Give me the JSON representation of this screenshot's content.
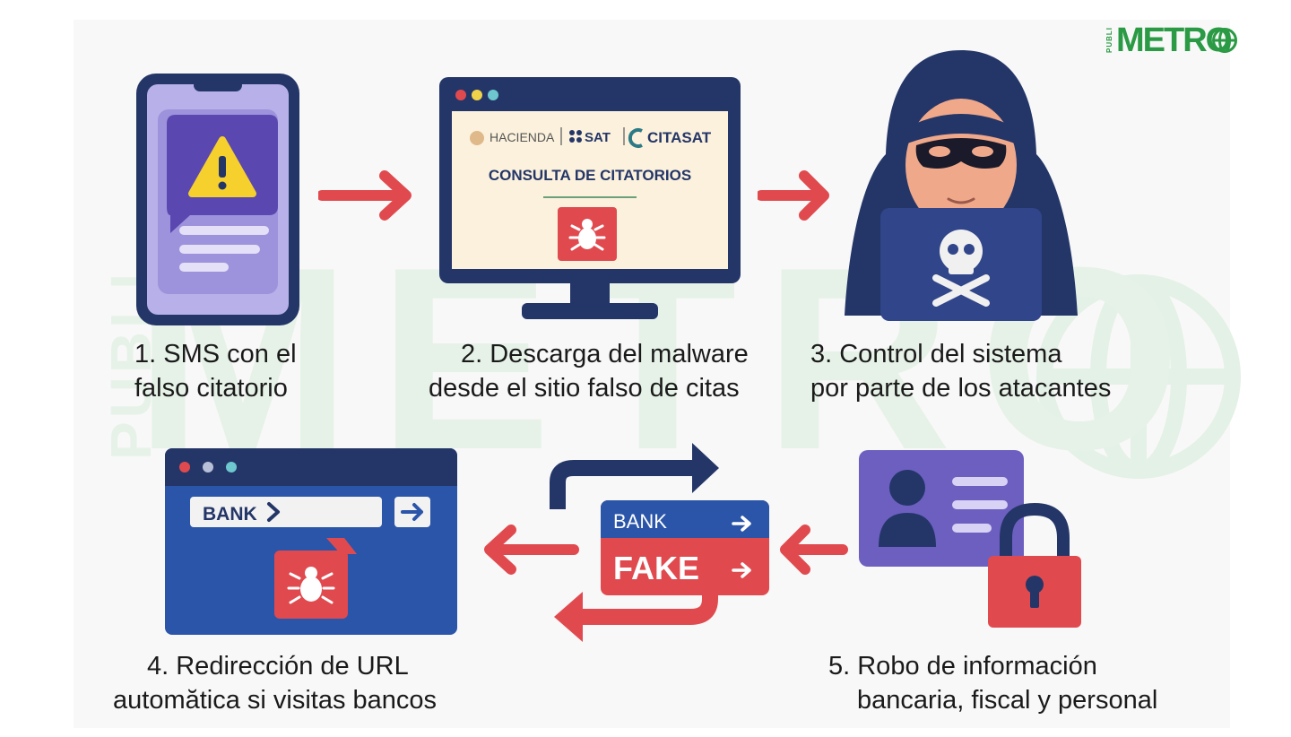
{
  "brand": {
    "publi": "PUBLI",
    "name": "METRO"
  },
  "watermark": {
    "text": "METRO",
    "side": "PUBLI"
  },
  "step1": {
    "line1": "1. SMS con el",
    "line2": "falso citatorio"
  },
  "step2": {
    "line1": "2. Descarga del malware",
    "line2": "desde el sitio falso de citas",
    "logo_hacienda": "HACIENDA",
    "logo_sat": "SAT",
    "logo_citasat": "CITASAT",
    "heading": "CONSULTA DE CITATORIOS"
  },
  "step3": {
    "line1": "3. Control del sistema",
    "line2": "por parte de los atacantes"
  },
  "step4": {
    "line1": "4. Redirección de URL",
    "line2": "automătica si visitas bancos",
    "bank_label": "BANK"
  },
  "step5": {
    "line1": "5. Robo de información",
    "line2": "bancaria, fiscal y personal"
  },
  "fake_card": {
    "bank": "BANK",
    "fake": "FAKE"
  },
  "colors": {
    "navy": "#243668",
    "red": "#e04a4f",
    "blue": "#2a55a8",
    "green": "#2a9a44",
    "purple": "#6c5fc0"
  }
}
